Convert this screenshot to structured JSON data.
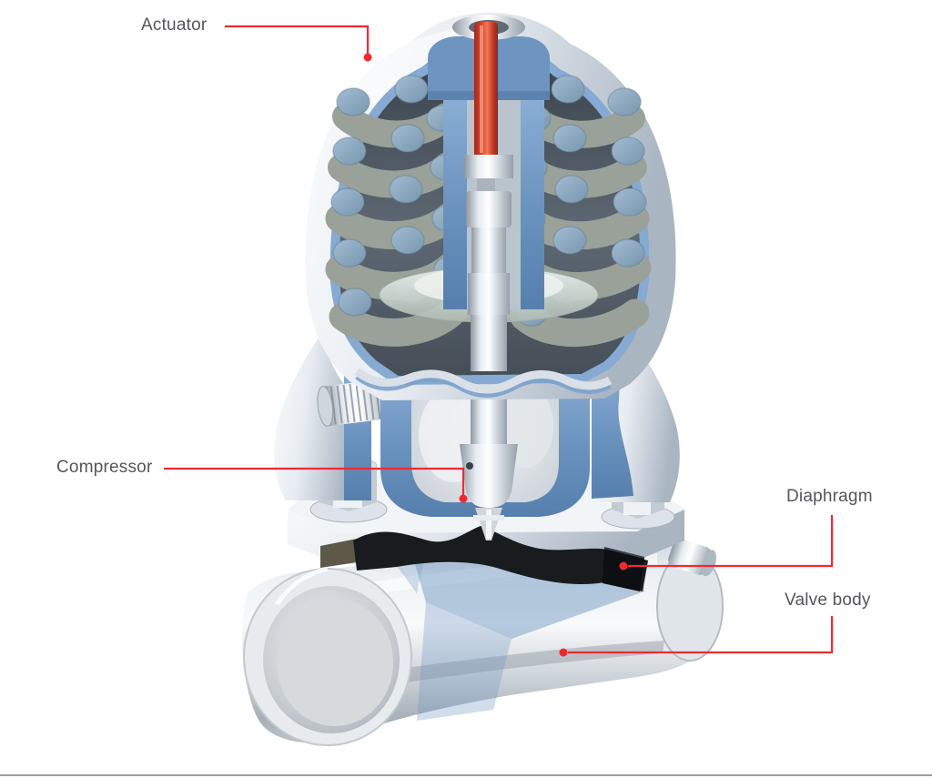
{
  "figure": {
    "title": "Diaphragm valve cutaway diagram",
    "kind": "labeled technical illustration"
  },
  "labels": [
    {
      "id": "actuator",
      "text": "Actuator"
    },
    {
      "id": "compressor",
      "text": "Compressor"
    },
    {
      "id": "diaphragm",
      "text": "Diaphragm"
    },
    {
      "id": "valve_body",
      "text": "Valve body"
    }
  ],
  "colors": {
    "leader_red": "#ee2b33",
    "label_text": "#54565a",
    "page_bg": "#ffffff",
    "cut_blue": "#7ba0c9",
    "stem_red": "#d8422c",
    "diaphragm_black": "#17191c",
    "metal_light": "#eef1f4",
    "spring_face_blue": "#8fb0c8"
  }
}
